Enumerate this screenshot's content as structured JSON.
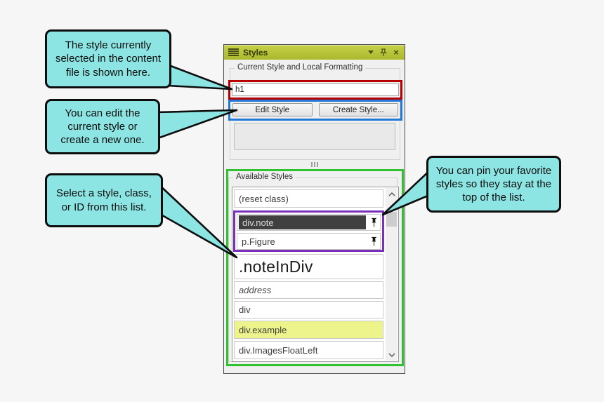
{
  "panel": {
    "title": "Styles",
    "group1_label": "Current Style and Local Formatting",
    "style_input_value": "h1",
    "buttons": {
      "edit": "Edit Style",
      "create": "Create Style..."
    },
    "group2_label": "Available Styles",
    "list": [
      {
        "label": "(reset class)"
      },
      {
        "label": "div.note",
        "selected": true,
        "pinned": true
      },
      {
        "label": "p.Figure",
        "pinned": true
      },
      {
        "label": ".noteInDiv"
      },
      {
        "label": "address"
      },
      {
        "label": "div"
      },
      {
        "label": "div.example",
        "highlighted": true
      },
      {
        "label": "div.ImagesFloatLeft"
      }
    ]
  },
  "callouts": [
    {
      "text": "The style currently selected in the content file is shown here."
    },
    {
      "text": "You can edit the current style or create a new one."
    },
    {
      "text": "Select a style, class, or ID from this list."
    },
    {
      "text": "You can pin your favorite styles so they stay at the top of the list."
    }
  ],
  "colors": {
    "red": "#b80000",
    "blue": "#2379d8",
    "green": "#32c132",
    "purple": "#7a30b8",
    "callout": "#8ce5e3",
    "header": "#b6c437",
    "highlight": "#edf48b",
    "selection": "#404040"
  }
}
